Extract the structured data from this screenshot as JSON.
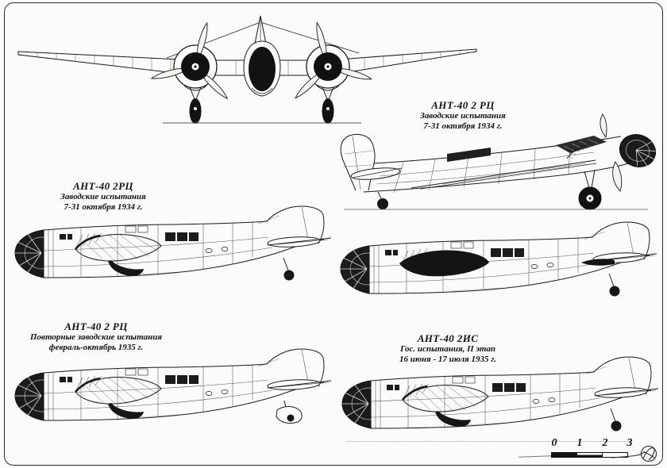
{
  "page": {
    "paper_color": "#fbfbf9",
    "ink_color": "#1a1a1a"
  },
  "labels": {
    "top_right": {
      "title": "АНТ-40 2 РЦ",
      "line2": "Заводские испытания",
      "line3": "7-31 октября 1934 г."
    },
    "mid_left": {
      "title": "АНТ-40 2РЦ",
      "line2": "Заводские испытания",
      "line3": "7-31 октября 1934 г."
    },
    "bottom_left": {
      "title": "АНТ-40 2 РЦ",
      "line2": "Повторные заводские испытания",
      "line3": "февраль-октябрь 1935 г."
    },
    "bottom_right": {
      "title": "АНТ-40 2ИС",
      "line2": "Гос. испытания, II этап",
      "line3": "16 июня - 17 июля 1935 г."
    }
  },
  "scale_bar": {
    "ticks": [
      "0",
      "1",
      "2",
      "3"
    ]
  }
}
